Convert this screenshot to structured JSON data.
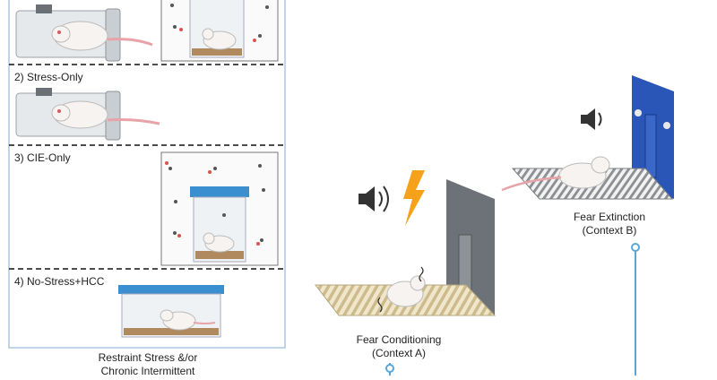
{
  "groups": [
    {
      "label": "2) Stress-Only"
    },
    {
      "label": "3) CIE-Only"
    },
    {
      "label": "4) No-Stress+HCC"
    }
  ],
  "left_caption": {
    "line1": "Restraint Stress &/or",
    "line2": "Chronic Intermittent"
  },
  "conditioning": {
    "line1": "Fear Conditioning",
    "line2": "(Context A)"
  },
  "extinction": {
    "line1": "Fear Extinction",
    "line2": "(Context B)"
  },
  "colors": {
    "panel_border": "#9db8d8",
    "timeline": "#5aa6d6",
    "lightning": "#f5a21a",
    "chamber_b": "#2a56b8",
    "cage_lid": "#3a8fd0",
    "bedding": "#b08a5e",
    "grid_a": "#d8c9a3",
    "grid_b": "#8f9294"
  }
}
